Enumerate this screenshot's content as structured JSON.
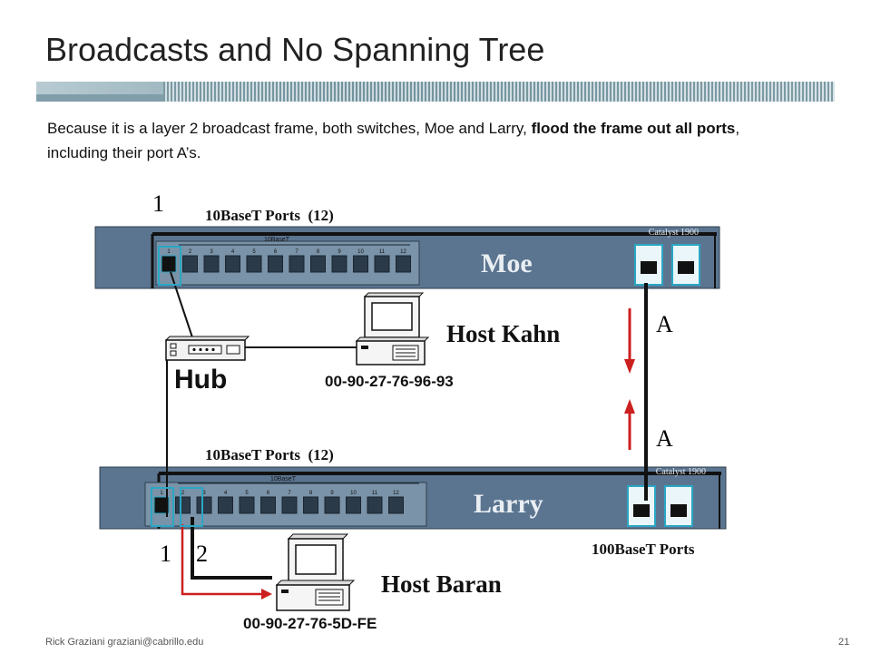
{
  "title": "Broadcasts and No Spanning Tree",
  "intro": {
    "part1": "Because it is a layer 2 broadcast frame, both switches, Moe and Larry, ",
    "bold1": "flood the frame out all ports",
    "part2": ", including their port A’s."
  },
  "switches": {
    "moe": {
      "name": "Moe",
      "model": "Catalyst 1900",
      "bank_label": "10BaseT",
      "ports_label": "10BaseT Ports  (12)",
      "port_numbers": [
        "1",
        "2",
        "3",
        "4",
        "5",
        "6",
        "7",
        "8",
        "9",
        "10",
        "11",
        "12"
      ],
      "port_marker": "1",
      "uplink_label": "A"
    },
    "larry": {
      "name": "Larry",
      "model": "Catalyst 1900",
      "bank_label": "10BaseT",
      "ports_label": "10BaseT Ports  (12)",
      "port_numbers": [
        "1",
        "2",
        "3",
        "4",
        "5",
        "6",
        "7",
        "8",
        "9",
        "10",
        "11",
        "12"
      ],
      "port_marker_1": "1",
      "port_marker_2": "2",
      "uplink_label": "A",
      "uplink_ports_label": "100BaseT Ports"
    }
  },
  "hub": {
    "label": "Hub"
  },
  "hosts": {
    "kahn": {
      "name": "Host Kahn",
      "mac": "00-90-27-76-96-93"
    },
    "baran": {
      "name": "Host Baran",
      "mac": "00-90-27-76-5D-FE"
    }
  },
  "colors": {
    "accent": "#cc1f1f",
    "switch_body": "#5b7590",
    "title_bar": "#8aa6b4"
  },
  "footer": {
    "author": "Rick Graziani  graziani@cabrillo.edu",
    "page": "21"
  }
}
